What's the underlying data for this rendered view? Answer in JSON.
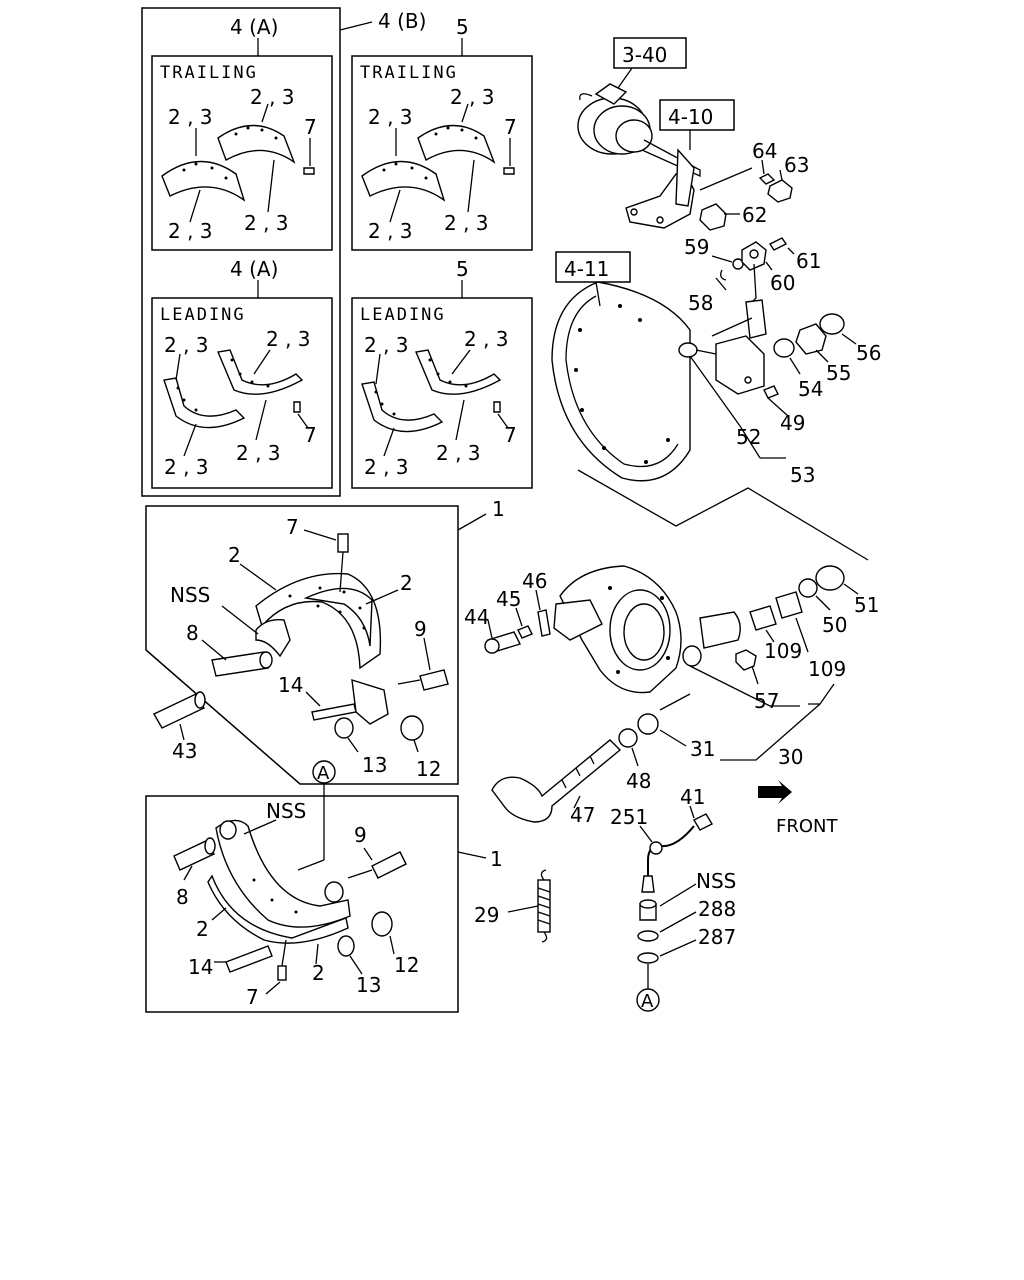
{
  "boxes": {
    "trailing_a": {
      "title": "TRAILING",
      "callouts": [
        "2 , 3",
        "2 , 3",
        "7",
        "2 , 3",
        "2 , 3"
      ]
    },
    "leading_a": {
      "title": "LEADING",
      "callouts": [
        "2 , 3",
        "2 , 3",
        "7",
        "2 , 3",
        "2 , 3"
      ]
    },
    "trailing_5": {
      "title": "TRAILING",
      "callouts": [
        "2 , 3",
        "2 , 3",
        "7",
        "2 , 3",
        "2 , 3"
      ]
    },
    "leading_5": {
      "title": "LEADING",
      "callouts": [
        "2 , 3",
        "2 , 3",
        "7",
        "2 , 3",
        "2 , 3"
      ]
    }
  },
  "group_labels": {
    "g4a_top": "4 (A)",
    "g4b": "4 (B)",
    "g5_top": "5",
    "g4a_mid": "4 (A)",
    "g5_mid": "5"
  },
  "refs": {
    "r340": "3-40",
    "r410": "4-10",
    "r411": "4-11"
  },
  "upper_right": {
    "c64": "64",
    "c63": "63",
    "c62": "62",
    "c59": "59",
    "c61": "61",
    "c60": "60",
    "c58": "58",
    "c56": "56",
    "c55": "55",
    "c54": "54",
    "c49": "49",
    "c52": "52",
    "c53": "53"
  },
  "shoe_top": {
    "c1": "1",
    "c7": "7",
    "c2a": "2",
    "c2b": "2",
    "nss": "NSS",
    "c8": "8",
    "c9": "9",
    "c14": "14",
    "c13": "13",
    "c12": "12",
    "c43": "43"
  },
  "shoe_bottom": {
    "c1": "1",
    "nss": "NSS",
    "c9": "9",
    "c8": "8",
    "c2a": "2",
    "c14": "14",
    "c7": "7",
    "c2b": "2",
    "c13": "13",
    "c12": "12"
  },
  "spider": {
    "c46": "46",
    "c45": "45",
    "c44": "44",
    "c51": "51",
    "c50": "50",
    "c109a": "109",
    "c109b": "109",
    "c57": "57",
    "c30": "30",
    "c31": "31",
    "c48": "48",
    "c47": "47",
    "c251": "251",
    "c41": "41",
    "nss": "NSS",
    "c288": "288",
    "c287": "287",
    "c29": "29",
    "front": "FRONT"
  },
  "circle_marks": {
    "top": "A",
    "bottom": "A"
  }
}
